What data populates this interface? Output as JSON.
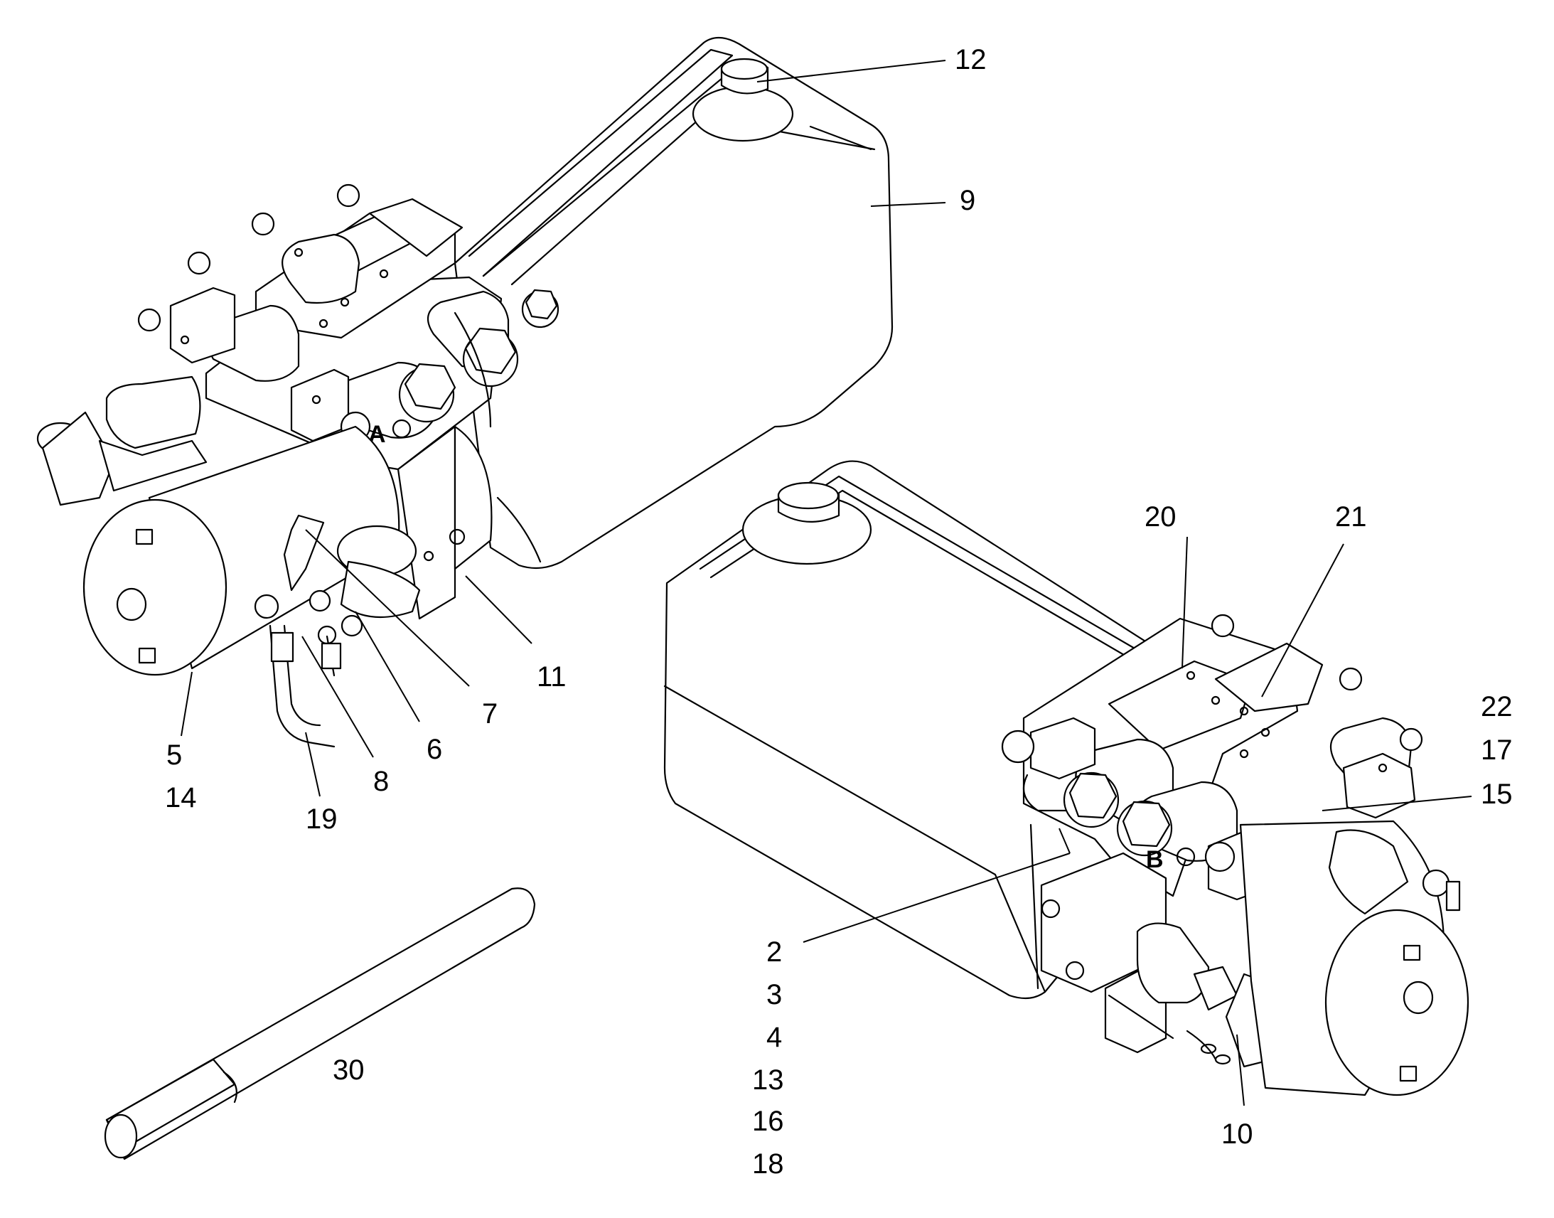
{
  "diagram": {
    "callouts": {
      "c12": "12",
      "c9": "9",
      "c11": "11",
      "c7": "7",
      "c6": "6",
      "c8": "8",
      "c19": "19",
      "c5": "5",
      "c14": "14",
      "c20": "20",
      "c21": "21",
      "c22": "22",
      "c17": "17",
      "c15": "15",
      "c2": "2",
      "c3": "3",
      "c4": "4",
      "c13": "13",
      "c16": "16",
      "c18": "18",
      "c10": "10",
      "c30": "30"
    },
    "port_marks": {
      "a": "A",
      "b": "B"
    }
  }
}
